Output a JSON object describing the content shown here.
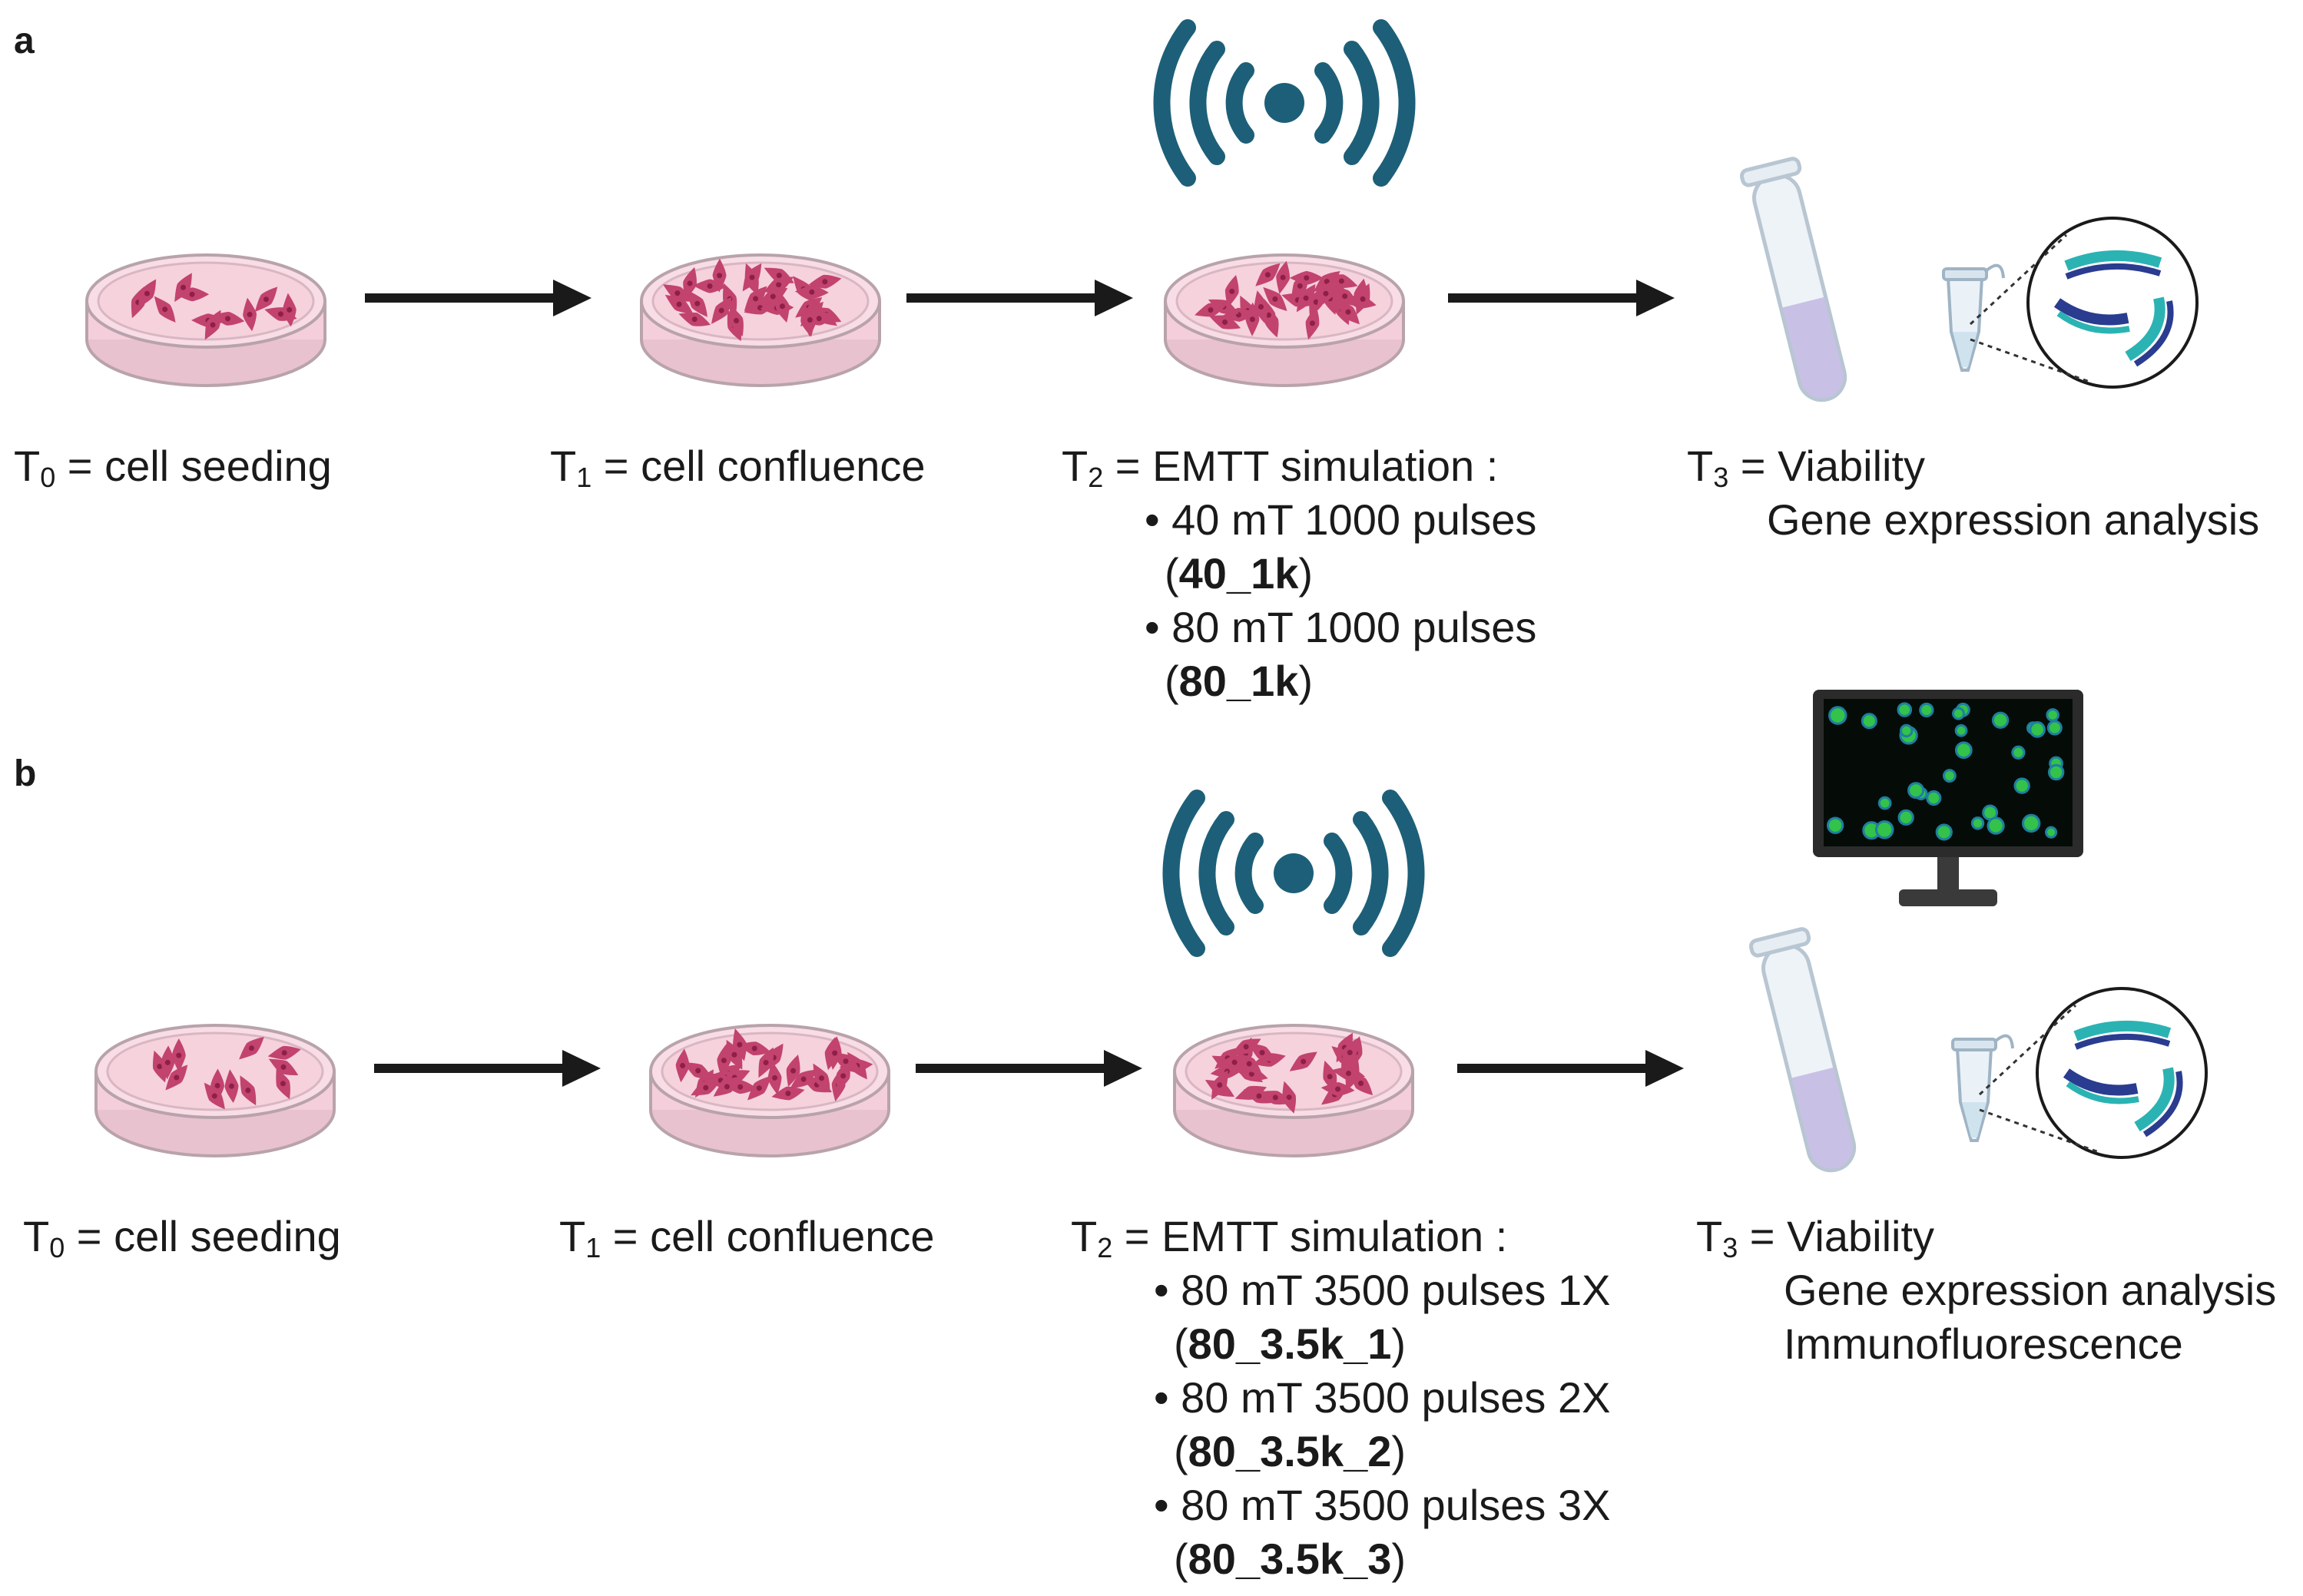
{
  "panels": [
    {
      "letter": "a",
      "t0": {
        "sym": "T",
        "sub": "0",
        "text": " = cell seeding"
      },
      "t1": {
        "sym": "T",
        "sub": "1",
        "text": " = cell confluence"
      },
      "t2": {
        "sym": "T",
        "sub": "2",
        "text": " = EMTT simulation :"
      },
      "conditions": [
        {
          "line": "• 40 mT 1000 pulses",
          "code": "40_1k"
        },
        {
          "line": "• 80 mT 1000 pulses",
          "code": "80_1k"
        }
      ],
      "t3": {
        "sym": "T",
        "sub": "3",
        "text": " = Viability"
      },
      "t3_extra": [
        "Gene expression analysis"
      ]
    },
    {
      "letter": "b",
      "t0": {
        "sym": "T",
        "sub": "0",
        "text": " = cell seeding"
      },
      "t1": {
        "sym": "T",
        "sub": "1",
        "text": " = cell confluence"
      },
      "t2": {
        "sym": "T",
        "sub": "2",
        "text": " = EMTT simulation :"
      },
      "conditions": [
        {
          "line": "• 80 mT 3500 pulses 1X",
          "code": "80_3.5k_1"
        },
        {
          "line": "• 80 mT 3500 pulses 2X",
          "code": "80_3.5k_2"
        },
        {
          "line": "• 80 mT 3500 pulses 3X",
          "code": "80_3.5k_3"
        }
      ],
      "t3": {
        "sym": "T",
        "sub": "3",
        "text": " = Viability"
      },
      "t3_extra": [
        "Gene expression analysis",
        "Immunofluorescence"
      ]
    }
  ],
  "colors": {
    "signal": "#1d5f78",
    "arrow": "#1a1a1a",
    "dish_fill": "#f7d3de",
    "dish_rim": "#b9a3ab",
    "cell": "#c2436e",
    "tube_liquid": "#c9c0e6",
    "dna_teal": "#2bb3b3",
    "dna_navy": "#2a3c8f",
    "screen_bg": "#050c08",
    "screen_cell": "#33c24a"
  },
  "icons": [
    "petri-dish-icon",
    "signal-waves-icon",
    "test-tube-icon",
    "microtube-icon",
    "dna-strand-icon",
    "monitor-icon",
    "arrow-right-icon"
  ]
}
